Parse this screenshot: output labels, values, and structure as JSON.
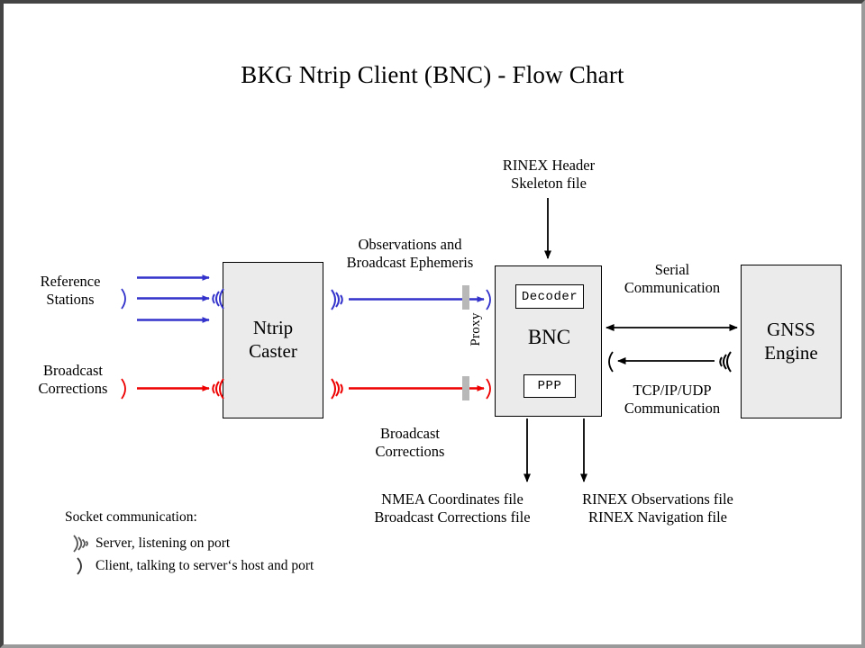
{
  "title": "BKG Ntrip Client (BNC)  -  Flow Chart",
  "nodes": {
    "caster": {
      "line1": "Ntrip",
      "line2": "Caster"
    },
    "bnc": {
      "label": "BNC",
      "decoder": "Decoder",
      "ppp": "PPP"
    },
    "gnss": {
      "line1": "GNSS",
      "line2": "Engine"
    }
  },
  "labels": {
    "reference_stations": {
      "line1": "Reference",
      "line2": "Stations"
    },
    "broadcast_corrections_left": {
      "line1": "Broadcast",
      "line2": "Corrections"
    },
    "observations_ephemeris": {
      "line1": "Observations and",
      "line2": "Broadcast Ephemeris"
    },
    "broadcast_corrections_mid": {
      "line1": "Broadcast",
      "line2": "Corrections"
    },
    "rinex_skeleton": {
      "line1": "RINEX Header",
      "line2": "Skeleton file"
    },
    "serial": {
      "line1": "Serial",
      "line2": "Communication"
    },
    "tcpip": {
      "line1": "TCP/IP/UDP",
      "line2": "Communication"
    },
    "output_left": {
      "line1": "NMEA Coordinates file",
      "line2": "Broadcast Corrections file"
    },
    "output_right": {
      "line1": "RINEX Observations file",
      "line2": "RINEX Navigation file"
    },
    "proxy": "Proxy"
  },
  "legend": {
    "title": "Socket communication:",
    "items": [
      {
        "icon": "server-antenna-icon",
        "text": "Server, listening  on port"
      },
      {
        "icon": "client-arc-icon",
        "text": "Client, talking to server‘s host and port"
      }
    ]
  },
  "colors": {
    "blue": "#3333cc",
    "red": "#ee0000",
    "black": "#000000",
    "node_fill": "#ebebeb",
    "proxy_bar": "#b8b8b8",
    "frame_dark": "#444444",
    "frame_light": "#9a9a9a"
  },
  "flows": [
    {
      "name": "reference-stations-to-caster",
      "color": "#3333cc",
      "count": 3,
      "from": "Reference Stations",
      "to": "Ntrip Caster"
    },
    {
      "name": "broadcast-corrections-to-caster",
      "color": "#ee0000",
      "count": 1,
      "from": "Broadcast Corrections",
      "to": "Ntrip Caster"
    },
    {
      "name": "caster-to-bnc-observations",
      "color": "#3333cc",
      "count": 1,
      "from": "Ntrip Caster",
      "to": "BNC"
    },
    {
      "name": "caster-to-bnc-corrections",
      "color": "#ee0000",
      "count": 1,
      "from": "Ntrip Caster",
      "to": "BNC"
    },
    {
      "name": "skeleton-to-bnc",
      "color": "#000000",
      "count": 1,
      "from": "RINEX Header Skeleton file",
      "to": "BNC"
    },
    {
      "name": "bnc-gnss-serial",
      "color": "#000000",
      "count": 1,
      "from": "BNC",
      "to": "GNSS Engine"
    },
    {
      "name": "gnss-bnc-tcpip",
      "color": "#000000",
      "count": 1,
      "from": "GNSS Engine",
      "to": "BNC"
    },
    {
      "name": "bnc-to-nmea-output",
      "color": "#000000",
      "count": 1,
      "from": "BNC",
      "to": "NMEA Coordinates file"
    },
    {
      "name": "bnc-to-rinex-output",
      "color": "#000000",
      "count": 1,
      "from": "BNC",
      "to": "RINEX Observations file"
    }
  ]
}
